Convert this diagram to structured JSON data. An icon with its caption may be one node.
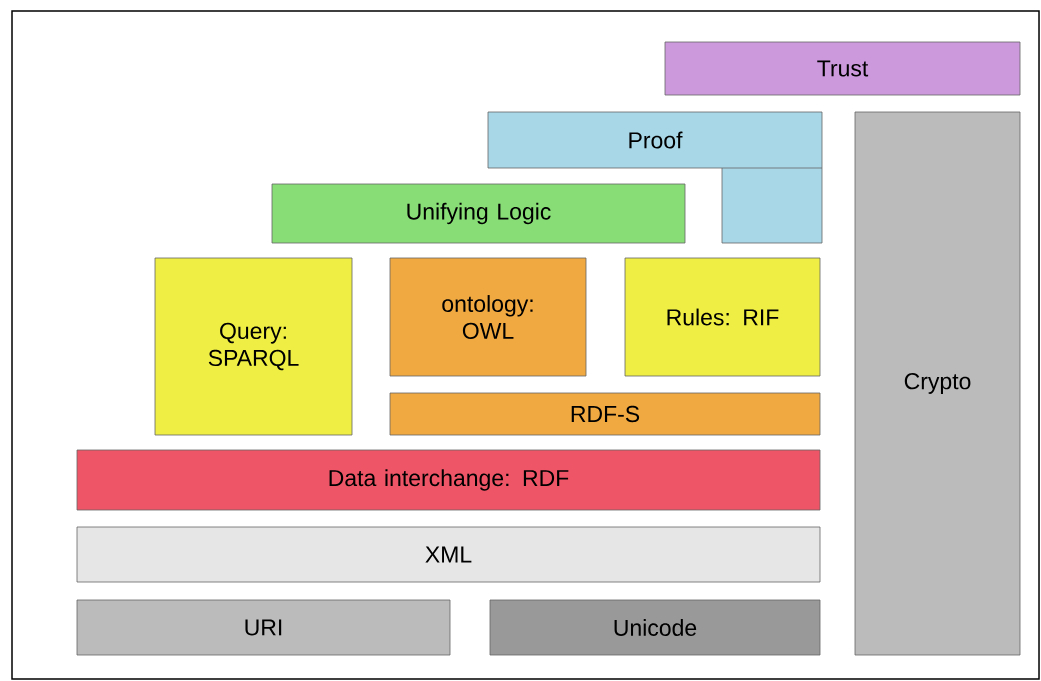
{
  "diagram": {
    "nodes": [
      {
        "text": [
          "Trust"
        ]
      },
      {
        "text": [
          "Proof"
        ]
      },
      {
        "text": [
          "Crypto"
        ]
      },
      {
        "text": [
          "Unifying Logic"
        ]
      },
      {
        "text": [
          "Query: SPARQL"
        ]
      },
      {
        "text": [
          "ontology: OWL"
        ]
      },
      {
        "text": [
          "Rules: RIF"
        ]
      },
      {
        "text": [
          "RDF-S"
        ]
      },
      {
        "text": [
          "Data interchange: RDF"
        ]
      },
      {
        "text": [
          "XML"
        ]
      },
      {
        "text": [
          "URI"
        ]
      },
      {
        "text": [
          "Unicode"
        ]
      }
    ]
  }
}
